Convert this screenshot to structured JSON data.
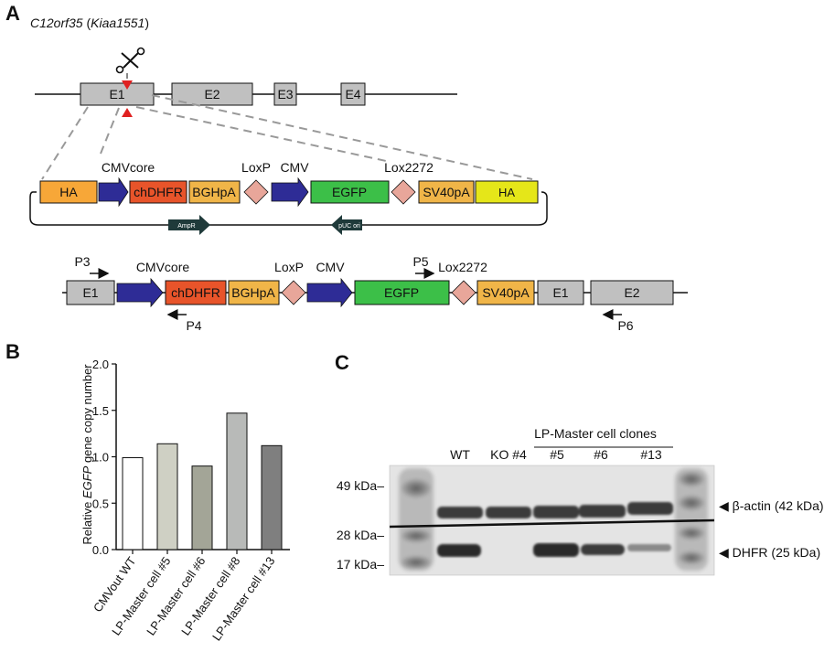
{
  "panelA": {
    "letter": "A",
    "gene_name": "C12orf35",
    "gene_alias": "Kiaa1551",
    "exons": [
      "E1",
      "E2",
      "E3",
      "E4"
    ],
    "donor": {
      "ha_left": "HA",
      "cmvcore": "CMVcore",
      "chdhfr": "chDHFR",
      "bghpa": "BGHpA",
      "loxp": "LoxP",
      "cmv": "CMV",
      "egfp": "EGFP",
      "lox2272": "Lox2272",
      "sv40pa": "SV40pA",
      "ha_right": "HA",
      "ampr": "AmpR",
      "puc_ori": "pUC ori"
    },
    "integrated": {
      "e1": "E1",
      "cmvcore": "CMVcore",
      "chdhfr": "chDHFR",
      "bghpa": "BGHpA",
      "loxp": "LoxP",
      "cmv": "CMV",
      "egfp": "EGFP",
      "lox2272": "Lox2272",
      "sv40pa": "SV40pA",
      "e1b": "E1",
      "e2": "E2",
      "primers": [
        "P3",
        "P4",
        "P5",
        "P6"
      ]
    },
    "colors": {
      "exon": "#c0c0c0",
      "ha_left": "#f7a738",
      "promoter": "#2e2c96",
      "chdhfr": "#e8542a",
      "bghpa": "#f0b548",
      "lox": "#e8a69a",
      "egfp": "#3cbf48",
      "sv40pa": "#f0b548",
      "ha_right": "#e5e619",
      "marker": "#1f3a3a",
      "cut_site": "#e02020"
    }
  },
  "panelB": {
    "letter": "B",
    "chart_data": {
      "type": "bar",
      "categories": [
        "CMVout WT",
        "LP-Master cell #5",
        "LP-Master cell #6",
        "LP-Master cell #8",
        "LP-Master cell #13"
      ],
      "values": [
        0.99,
        1.14,
        0.9,
        1.47,
        1.12
      ],
      "bar_colors": [
        "#ffffff",
        "#cfd0c4",
        "#a3a597",
        "#b8bab8",
        "#7f7f7f"
      ],
      "ylabel_prefix": "Relative ",
      "ylabel_gene": "EGFP",
      "ylabel_suffix": " gene copy number",
      "yticks": [
        "0.0",
        "0.5",
        "1.0",
        "1.5",
        "2.0"
      ],
      "ylim": [
        0,
        2.0
      ]
    }
  },
  "panelC": {
    "letter": "C",
    "group_label": "LP-Master cell clones",
    "lanes": [
      "WT",
      "KO #4",
      "#5",
      "#6",
      "#13"
    ],
    "markers": [
      "49 kDa–",
      "28 kDa–",
      "17 kDa–"
    ],
    "bands": [
      "◀ β-actin (42 kDa)",
      "◀ DHFR (25 kDa)"
    ]
  }
}
